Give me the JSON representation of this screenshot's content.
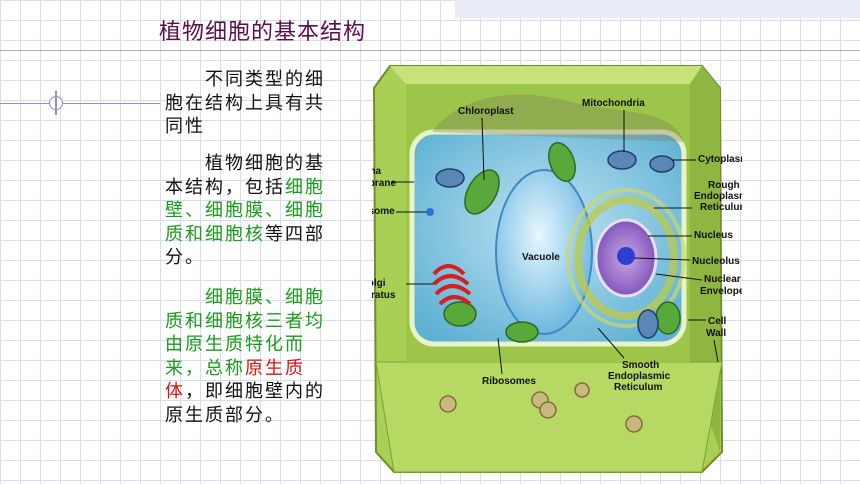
{
  "title": "植物细胞的基本结构",
  "para1": "　　不同类型的细胞在结构上具有共同性",
  "para2": {
    "lead": "　　植物细胞的基本结构，包括",
    "parts": "细胞壁、细胞膜、细胞质和细胞核",
    "tail": "等四部分。"
  },
  "para3": {
    "part1": "　　细胞膜、细胞质和细胞核三",
    "part2": "者均由原生质特化而来，总称",
    "term": "原生质体",
    "part3": "，即细胞壁内的原生质部分。"
  },
  "diagram_labels": {
    "chloroplast": "Chloroplast",
    "mitochondria": "Mitochondria",
    "plasma_membrane": [
      "Plasma",
      "Membrane"
    ],
    "cytoplasm": "Cytoplasm",
    "rough_er": [
      "Rough",
      "Endoplasmic",
      "Reticulum"
    ],
    "peroxisome": "Peroxisome",
    "nucleus": "Nucleus",
    "vacuole": "Vacuole",
    "nucleolus": "Nucleolus",
    "golgi": [
      "Golgi",
      "Apparatus"
    ],
    "nuclear_envelope": [
      "Nuclear",
      "Envelope"
    ],
    "cell_wall": [
      "Cell",
      "Wall"
    ],
    "ribosomes": "Ribosomes",
    "smooth_er": [
      "Smooth",
      "Endoplasmic",
      "Reticulum"
    ]
  }
}
